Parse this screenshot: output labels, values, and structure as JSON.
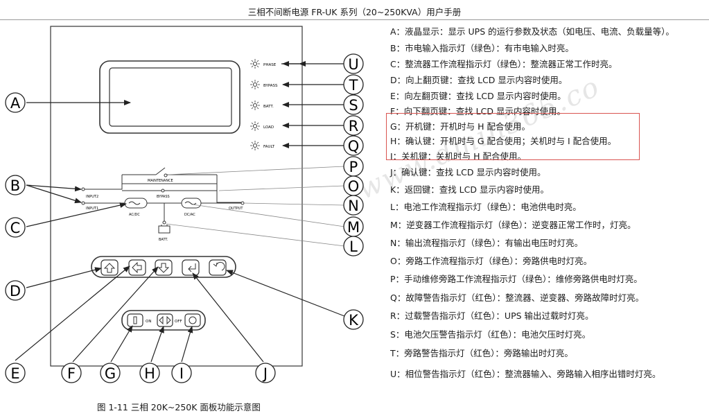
{
  "header": {
    "title": "三相不间断电源 FR-UK 系列（20~250KVA）用户手册"
  },
  "panel": {
    "indicator_labels": [
      "PHASE",
      "BYPASS",
      "BATT.",
      "LOAD",
      "FAULT"
    ],
    "flow_labels": {
      "maintenance": "MAINTENANCE",
      "bypass": "BYPASS",
      "input2": "INPUT2",
      "input1": "INPUT1",
      "output": "OUTPUT",
      "acdc": "AC/DC",
      "dcac": "DC/AC",
      "batt": "BATT."
    },
    "keys": {
      "on": "ON",
      "off": "OFF"
    }
  },
  "callouts": {
    "left": [
      "A",
      "B",
      "C",
      "D",
      "E",
      "F",
      "G",
      "H",
      "I",
      "J",
      "K"
    ],
    "right": [
      "U",
      "T",
      "S",
      "R",
      "Q",
      "P",
      "O",
      "N",
      "M",
      "L"
    ]
  },
  "descriptions": [
    "A：液晶显示：显示 UPS 的运行参数及状态（如电压、电流、负载量等）。",
    "B：市电输入指示灯（绿色）：有市电输入时亮。",
    "C：整流器工作流程指示灯（绿色）：整流器正常工作时亮。",
    "D：向上翻页键：查找 LCD 显示内容时使用。",
    "E：向左翻页键：查找 LCD 显示内容时使用。",
    "F：向下翻页键：查找 LCD 显示内容时使用。",
    "G：开机键：开机时与 H 配合使用。",
    "H：确认键：开机时与 G 配合使用；关机时与 I 配合使用。",
    "I：关机键：关机时与 H 配合使用。",
    "J：确认键：查找 LCD 显示内容时使用。",
    "K：返回键：查找 LCD 显示内容时使用。",
    "L：电池工作流程指示灯（绿色）：电池供电时亮。",
    "M：逆变器工作流程指示灯（绿色）：逆变器正常工作时，灯亮。",
    "N：输出流程指示灯（绿色）：有输出电压时灯亮。",
    "O：旁路工作流程指示灯（绿色）：旁路供电时灯亮。",
    "P：手动维修旁路工作流程指示灯（绿色）：维修旁路供电时灯亮。",
    "Q：故障警告指示灯（红色）：整流器、逆变器、旁路故障时灯亮。",
    "R：过载警告指示灯（红色）：UPS 输出过载时灯亮。",
    "S：电池欠压警告指示灯（红色）：电池欠压时灯亮。",
    "T：旁路警告指示灯（红色）：旁路输出时灯亮。",
    "U：相位警告指示灯（红色）：整流器输入、旁路输入相序出错时灯亮。"
  ],
  "caption": "图 1-11  三相 20K~250K 面板功能示意图",
  "watermark": "www.dmin365.co",
  "colors": {
    "highlight": "#d9534f",
    "line": "#333333",
    "text": "#1a1a1a"
  }
}
